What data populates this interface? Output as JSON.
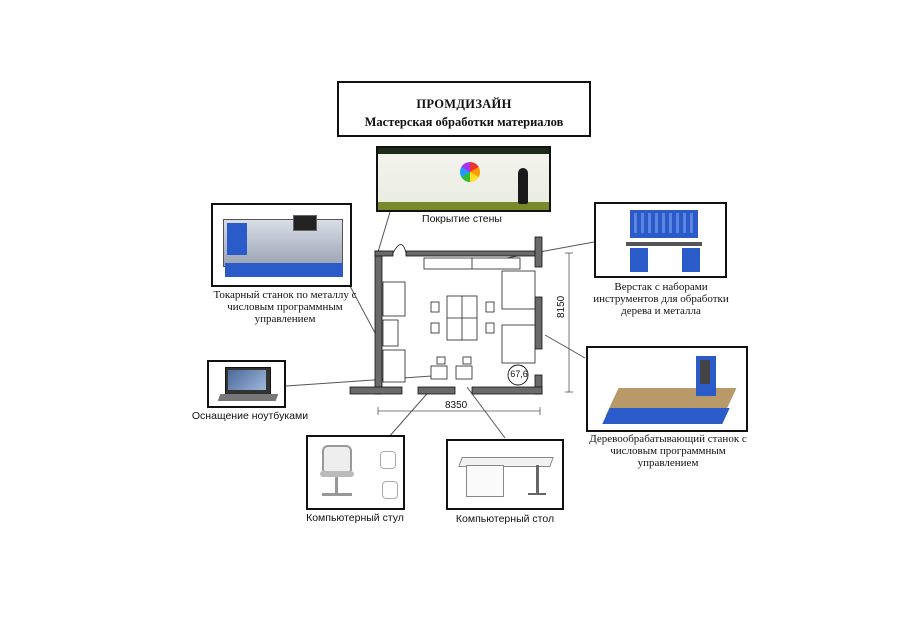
{
  "title": {
    "main": "ПРОМДИЗАЙН",
    "sub": "Мастерская обработки материалов"
  },
  "items": {
    "wall": "Покрытие стены",
    "workbench": "Верстак с наборами инструментов для обработки дерева и металла",
    "lathe": "Токарный станок по металлу с числовым программным управлением",
    "cnc_wood": "Деревообрабатывающий станок с числовым программным управлением",
    "laptops": "Оснащение ноутбуками",
    "chair": "Компьютерный стул",
    "desk": "Компьютерный стол"
  },
  "dimensions": {
    "width": "8350",
    "depth": "8150",
    "area": "67,6"
  },
  "colors": {
    "outline": "#111111",
    "wall_fill": "#6a6a6a",
    "machine_blue": "#2a5bc9",
    "screen_teal": "#3fb8b0"
  }
}
